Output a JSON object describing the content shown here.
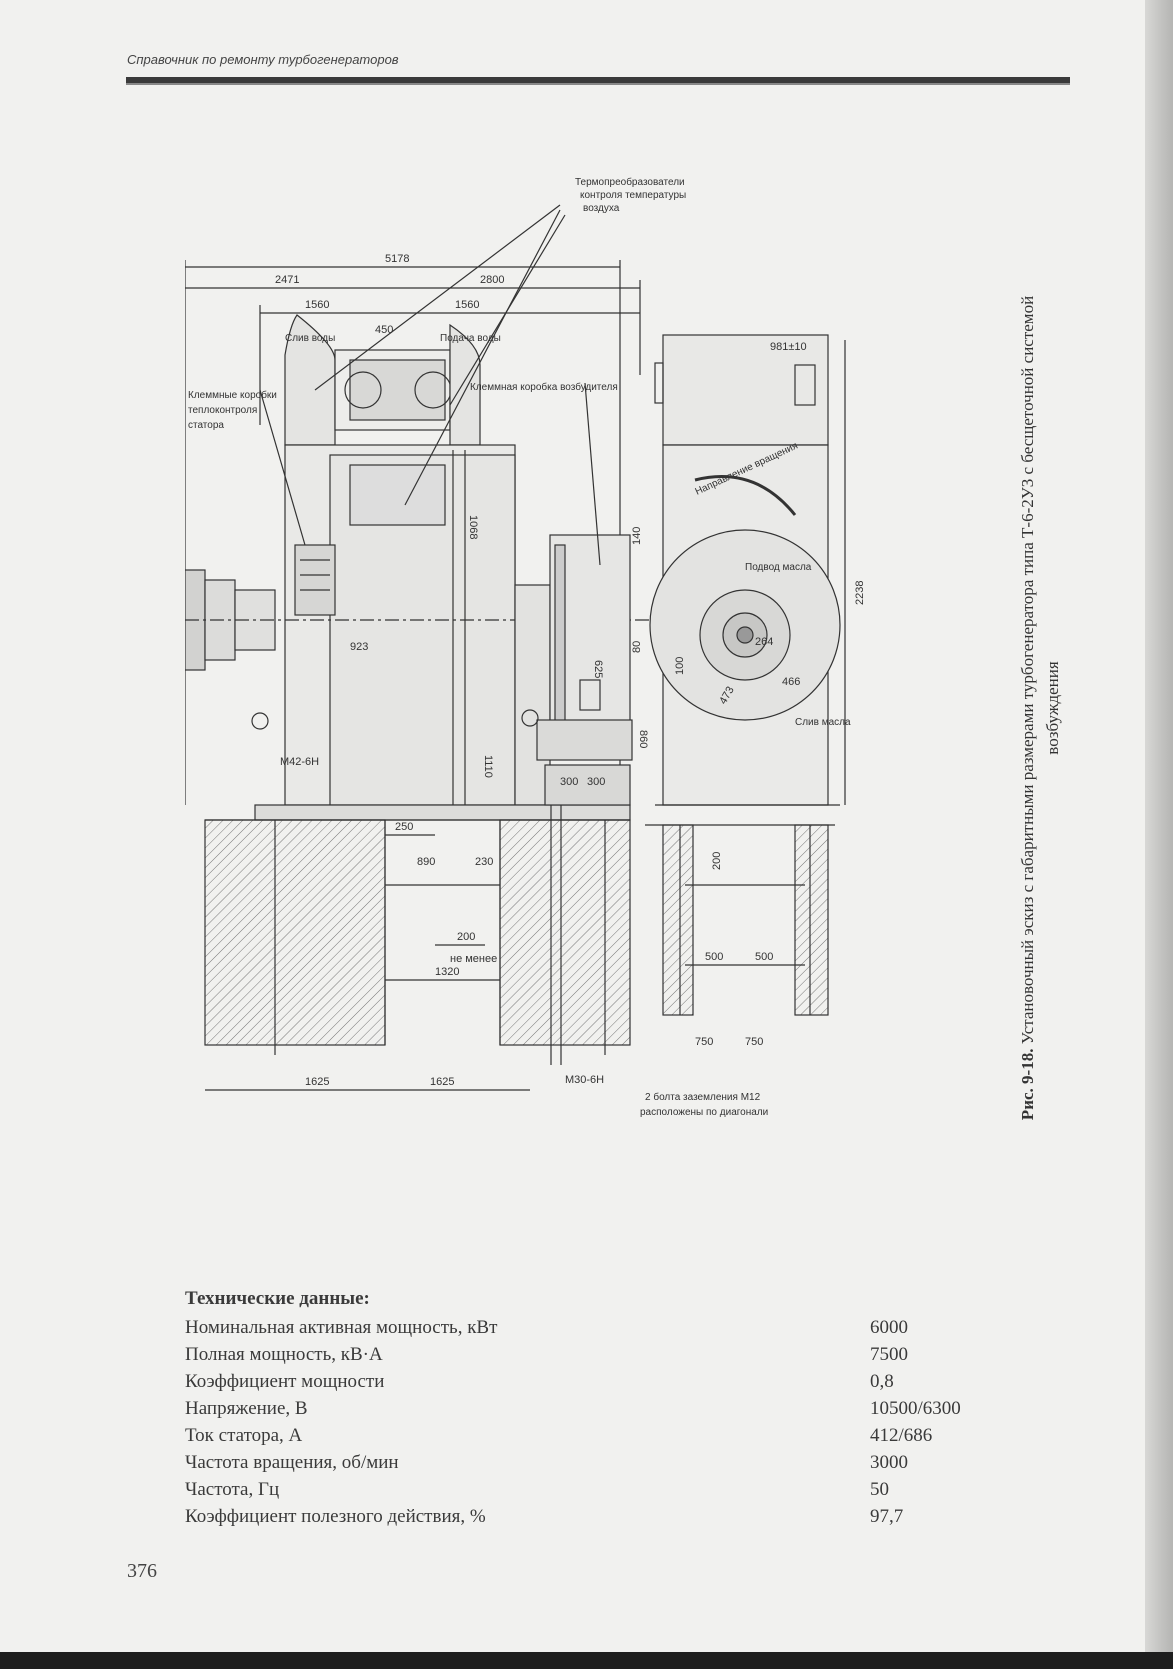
{
  "header": {
    "running_title": "Справочник по ремонту турбогенераторов"
  },
  "figure": {
    "caption_number": "Рис. 9-18.",
    "caption_text": "Установочный эскиз с габаритными размерами турбогенератора типа Т-6-2У3 с бесщеточной системой возбуждения",
    "dimensions": {
      "d5178": "5178",
      "d2471": "2471",
      "d2800": "2800",
      "d1560a": "1560",
      "d1560b": "1560",
      "d450": "450",
      "d1068": "1068",
      "d923": "923",
      "d1110": "1110",
      "d140": "140",
      "d625": "625",
      "d80": "80",
      "d860": "860",
      "d300a": "300",
      "d300b": "300",
      "d250": "250",
      "d890": "890",
      "d230": "230",
      "d200": "200",
      "d1320": "1320",
      "d1625a": "1625",
      "d1625b": "1625",
      "d981": "981±10",
      "d2238": "2238",
      "d100": "100",
      "d264": "264",
      "d473": "473",
      "d466": "466",
      "d200r": "200",
      "d500a": "500",
      "d500b": "500",
      "d750a": "750",
      "d750b": "750"
    },
    "labels": {
      "thermo_1": "Термопреобразователи",
      "thermo_2": "контроля температуры",
      "thermo_3": "воздуха",
      "water_out": "Слив воды",
      "water_in": "Подача воды",
      "exciter_box": "Клеммная коробка возбудителя",
      "term_box_1": "Клеммные коробки",
      "term_box_2": "теплоконтроля",
      "term_box_3": "статора",
      "rotation": "Направление вращения",
      "oil_in": "Подвод масла",
      "oil_out": "Слив масла",
      "thread_m42": "М42-6Н",
      "thread_m30": "М30-6Н",
      "not_less": "не менее",
      "pins_1": "2 болта заземления М12",
      "pins_2": "расположены по диагонали"
    }
  },
  "tech_data": {
    "title": "Технические данные:",
    "rows": [
      {
        "label": "Номинальная активная мощность, кВт",
        "value": "6000"
      },
      {
        "label": "Полная мощность, кВ·А",
        "value": "7500"
      },
      {
        "label": "Коэффициент мощности",
        "value": "0,8"
      },
      {
        "label": "Напряжение, В",
        "value": "10500/6300"
      },
      {
        "label": "Ток статора, А",
        "value": "412/686"
      },
      {
        "label": "Частота вращения, об/мин",
        "value": "3000"
      },
      {
        "label": "Частота, Гц",
        "value": "50"
      },
      {
        "label": "Коэффициент полезного действия, %",
        "value": "97,7"
      }
    ]
  },
  "page_number": "376"
}
